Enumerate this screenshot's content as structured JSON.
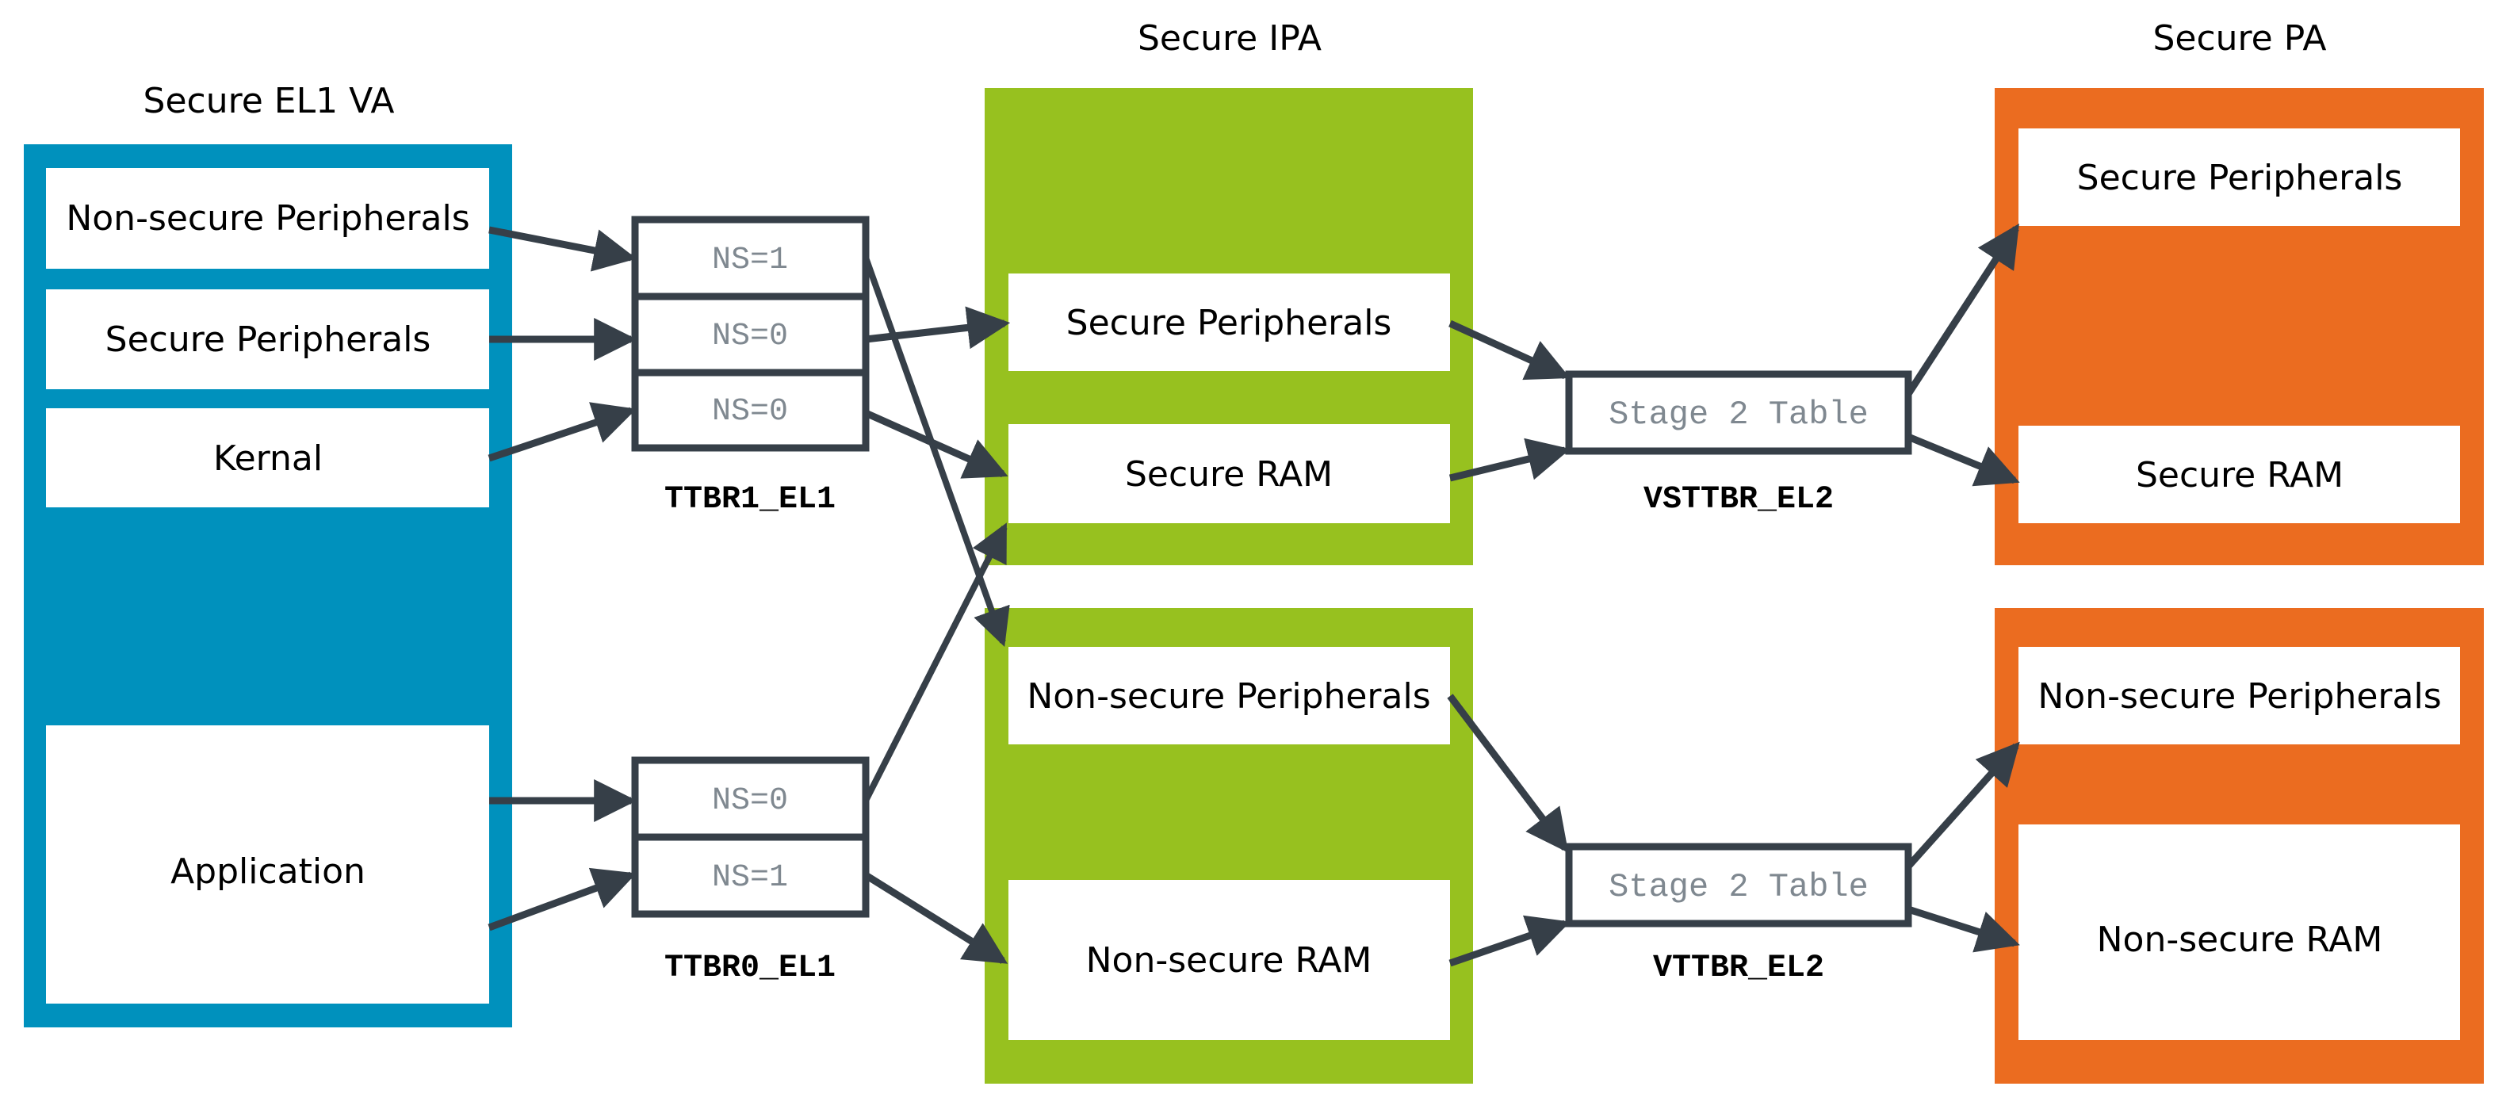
{
  "colors": {
    "va_blue": "#0091bd",
    "ipa_green": "#97c11f",
    "pa_orange": "#eb6c20",
    "arrow": "#363f48",
    "table_text": "#7f8890",
    "box_fill": "#ffffff"
  },
  "columns": {
    "va": {
      "title": "Secure EL1 VA",
      "regions": [
        "Non-secure Peripherals",
        "Secure Peripherals",
        "Kernal",
        "Application"
      ]
    },
    "ipa": {
      "title": "Secure IPA",
      "secure_regions": [
        "Secure Peripherals",
        "Secure RAM"
      ],
      "nonsecure_regions": [
        "Non-secure Peripherals",
        "Non-secure RAM"
      ]
    },
    "pa": {
      "title": "Secure PA",
      "secure_regions": [
        "Secure Peripherals",
        "Secure RAM"
      ],
      "nonsecure_regions": [
        "Non-secure Peripherals",
        "Non-secure RAM"
      ]
    }
  },
  "stage1_tables": {
    "ttbr1": {
      "label": "TTBR1_EL1",
      "entries": [
        "NS=1",
        "NS=0",
        "NS=0"
      ]
    },
    "ttbr0": {
      "label": "TTBR0_EL1",
      "entries": [
        "NS=0",
        "NS=1"
      ]
    }
  },
  "stage2_tables": {
    "secure": {
      "text": "Stage 2 Table",
      "label": "VSTTBR_EL2"
    },
    "nonsecure": {
      "text": "Stage 2 Table",
      "label": "VTTBR_EL2"
    }
  },
  "mappings": [
    {
      "from": "VA Non-secure Peripherals",
      "via": "TTBR1_EL1 NS=1",
      "to": "IPA Non-secure Peripherals"
    },
    {
      "from": "VA Secure Peripherals",
      "via": "TTBR1_EL1 NS=0",
      "to": "IPA Secure Peripherals"
    },
    {
      "from": "VA Kernal",
      "via": "TTBR1_EL1 NS=0",
      "to": "IPA Secure RAM"
    },
    {
      "from": "VA Application",
      "via": "TTBR0_EL1 NS=0",
      "to": "IPA Secure RAM"
    },
    {
      "from": "VA Application",
      "via": "TTBR0_EL1 NS=1",
      "to": "IPA Non-secure RAM"
    },
    {
      "from": "IPA Secure Peripherals",
      "via": "VSTTBR_EL2",
      "to": "PA Secure Peripherals"
    },
    {
      "from": "IPA Secure RAM",
      "via": "VSTTBR_EL2",
      "to": "PA Secure RAM"
    },
    {
      "from": "IPA Non-secure Peripherals",
      "via": "VTTBR_EL2",
      "to": "PA Non-secure Peripherals"
    },
    {
      "from": "IPA Non-secure RAM",
      "via": "VTTBR_EL2",
      "to": "PA Non-secure RAM"
    }
  ]
}
